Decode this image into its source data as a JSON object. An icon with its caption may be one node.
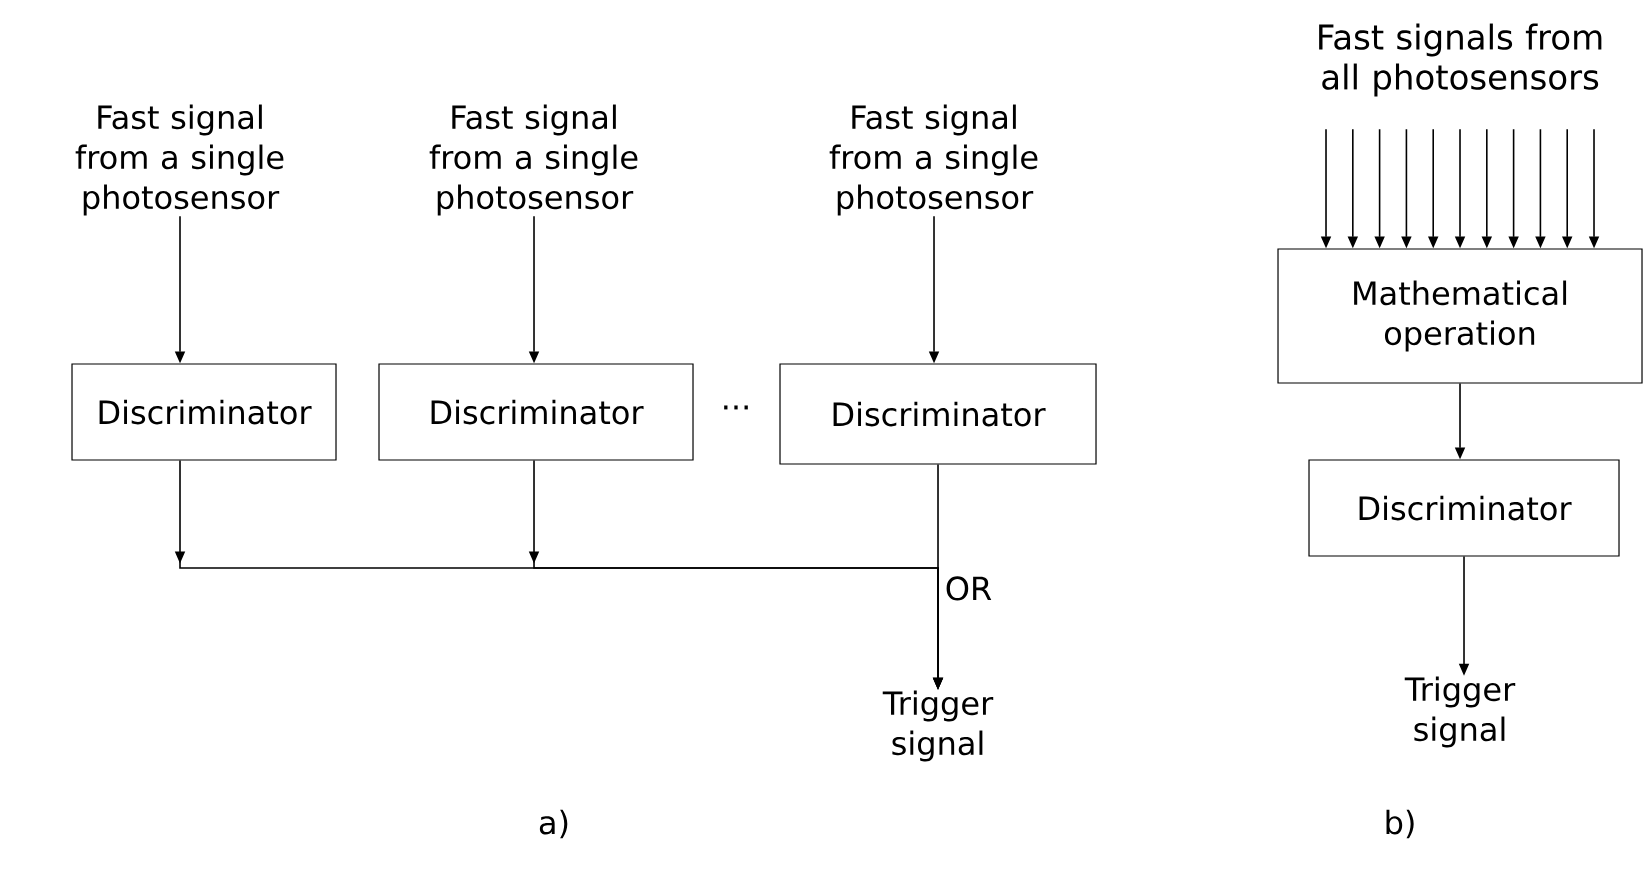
{
  "diagram": {
    "nodes": [
      {
        "text": [
          "Fast signal from a single photosensor"
        ]
      },
      {
        "text": [
          "Fast signal from a single photosensor"
        ]
      },
      {
        "text": [
          "Fast signal from a single photosensor"
        ]
      },
      {
        "text": [
          "Discriminator"
        ]
      },
      {
        "text": [
          "Discriminator"
        ]
      },
      {
        "text": [
          "Discriminator"
        ]
      },
      {
        "text": [
          "Trigger signal"
        ]
      },
      {
        "text": [
          "Fast signals from all photosensors"
        ]
      },
      {
        "text": [
          "Mathematical operation"
        ]
      },
      {
        "text": [
          "Discriminator"
        ]
      },
      {
        "text": [
          "Trigger signal"
        ]
      }
    ],
    "edges": [
      {
        "from": 0,
        "to": 3,
        "arrow": "to"
      },
      {
        "from": 1,
        "to": 4,
        "arrow": "to"
      },
      {
        "from": 2,
        "to": 5,
        "arrow": "to"
      },
      {
        "from": 3,
        "to": 6,
        "arrow": "to"
      },
      {
        "from": 4,
        "to": 6,
        "arrow": "to"
      },
      {
        "from": 5,
        "to": 6,
        "arrow": "to",
        "label": "OR"
      },
      {
        "from": 7,
        "to": 8,
        "arrow": "to"
      },
      {
        "from": 7,
        "to": 8,
        "arrow": "to"
      },
      {
        "from": 7,
        "to": 8,
        "arrow": "to"
      },
      {
        "from": 7,
        "to": 8,
        "arrow": "to"
      },
      {
        "from": 7,
        "to": 8,
        "arrow": "to"
      },
      {
        "from": 7,
        "to": 8,
        "arrow": "to"
      },
      {
        "from": 7,
        "to": 8,
        "arrow": "to"
      },
      {
        "from": 7,
        "to": 8,
        "arrow": "to"
      },
      {
        "from": 7,
        "to": 8,
        "arrow": "to"
      },
      {
        "from": 7,
        "to": 8,
        "arrow": "to"
      },
      {
        "from": 7,
        "to": 8,
        "arrow": "to"
      },
      {
        "from": 8,
        "to": 9,
        "arrow": "to"
      },
      {
        "from": 9,
        "to": 10,
        "arrow": "to"
      }
    ],
    "labels": [
      "···",
      "a)",
      "b)"
    ]
  }
}
